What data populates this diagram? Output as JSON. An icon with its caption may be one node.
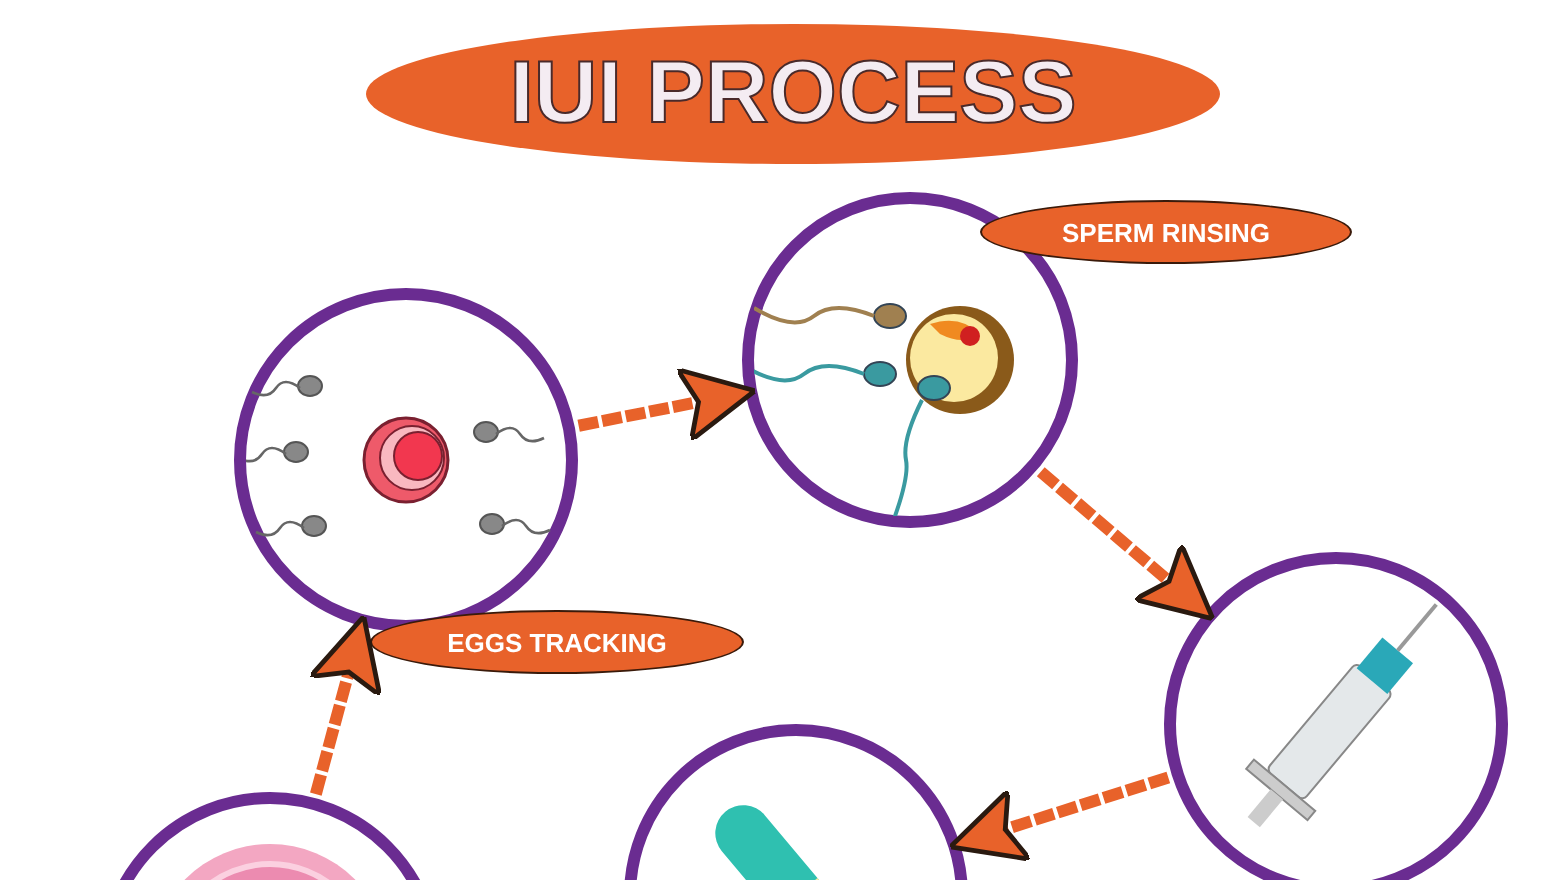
{
  "diagram": {
    "title": "IUI PROCESS",
    "nodes": [
      {
        "text": [],
        "shape": "picture"
      },
      {
        "text": [],
        "shape": "picture"
      },
      {
        "text": [
          "SPERM RINSING"
        ]
      },
      {
        "text": [
          "EGGS TRACKING"
        ]
      },
      {
        "text": [],
        "shape": "picture"
      },
      {
        "text": [],
        "shape": "picture"
      },
      {
        "text": [],
        "shape": "picture"
      }
    ],
    "edges": [
      {
        "from": 6,
        "to": 0,
        "arrow": "to",
        "style": "dashed"
      },
      {
        "from": 0,
        "to": 1,
        "arrow": "to",
        "style": "dashed"
      },
      {
        "from": 1,
        "to": 4,
        "arrow": "to",
        "style": "dashed"
      },
      {
        "from": 4,
        "to": 5,
        "arrow": "to",
        "style": "dashed"
      }
    ]
  }
}
